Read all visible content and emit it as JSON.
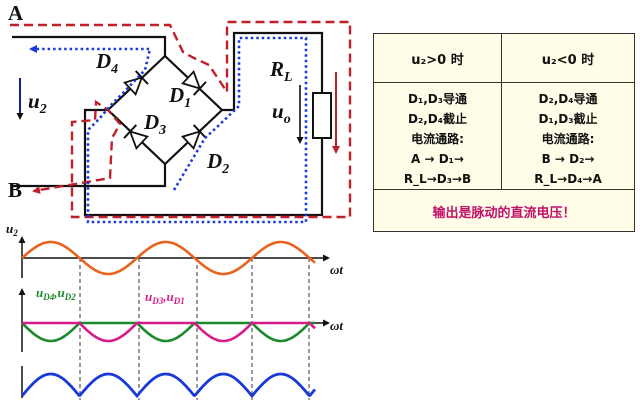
{
  "circuit": {
    "node_a": "A",
    "node_b": "B",
    "diode_1": "D",
    "diode_1_sub": "1",
    "diode_2": "D",
    "diode_2_sub": "2",
    "diode_3": "D",
    "diode_3_sub": "3",
    "diode_4": "D",
    "diode_4_sub": "4",
    "load": "R",
    "load_sub": "L",
    "input_voltage": "u",
    "input_voltage_sub": "2",
    "output_voltage": "u",
    "output_voltage_sub": "o"
  },
  "table": {
    "header_positive": "u₂>0 时",
    "header_negative": "u₂<0 时",
    "positive_lines": [
      "D₁,D₃导通",
      "D₂,D₄截止",
      "电流通路:",
      "A → D₁→",
      "R_L→D₃→B"
    ],
    "negative_lines": [
      "D₂,D₄导通",
      "D₁,D₃截止",
      "电流通路:",
      "B → D₂→",
      "R_L→D₄→A"
    ],
    "conclusion": "输出是脉动的直流电压！"
  },
  "waveforms": {
    "input_label": "u",
    "input_label_sub": "2",
    "axis_label": "ωt",
    "label_d4_d2": "u",
    "label_d4_d2_sub_a": "D4",
    "label_d4_d2_sep": ",u",
    "label_d4_d2_sub_b": "D2",
    "label_d3_d1": "u",
    "label_d3_d1_sub_a": "D3",
    "label_d3_d1_sep": ",u",
    "label_d3_d1_sub_b": "D1"
  },
  "colors": {
    "positive_path": "#c0202a",
    "negative_path": "#1a3ad8",
    "input_wave": "#e8641e",
    "d4_d2_wave": "#1b8a2a",
    "d3_d1_wave": "#d81b8a",
    "output_wave": "#1a3ad8",
    "conclusion_text": "#c0106a"
  }
}
